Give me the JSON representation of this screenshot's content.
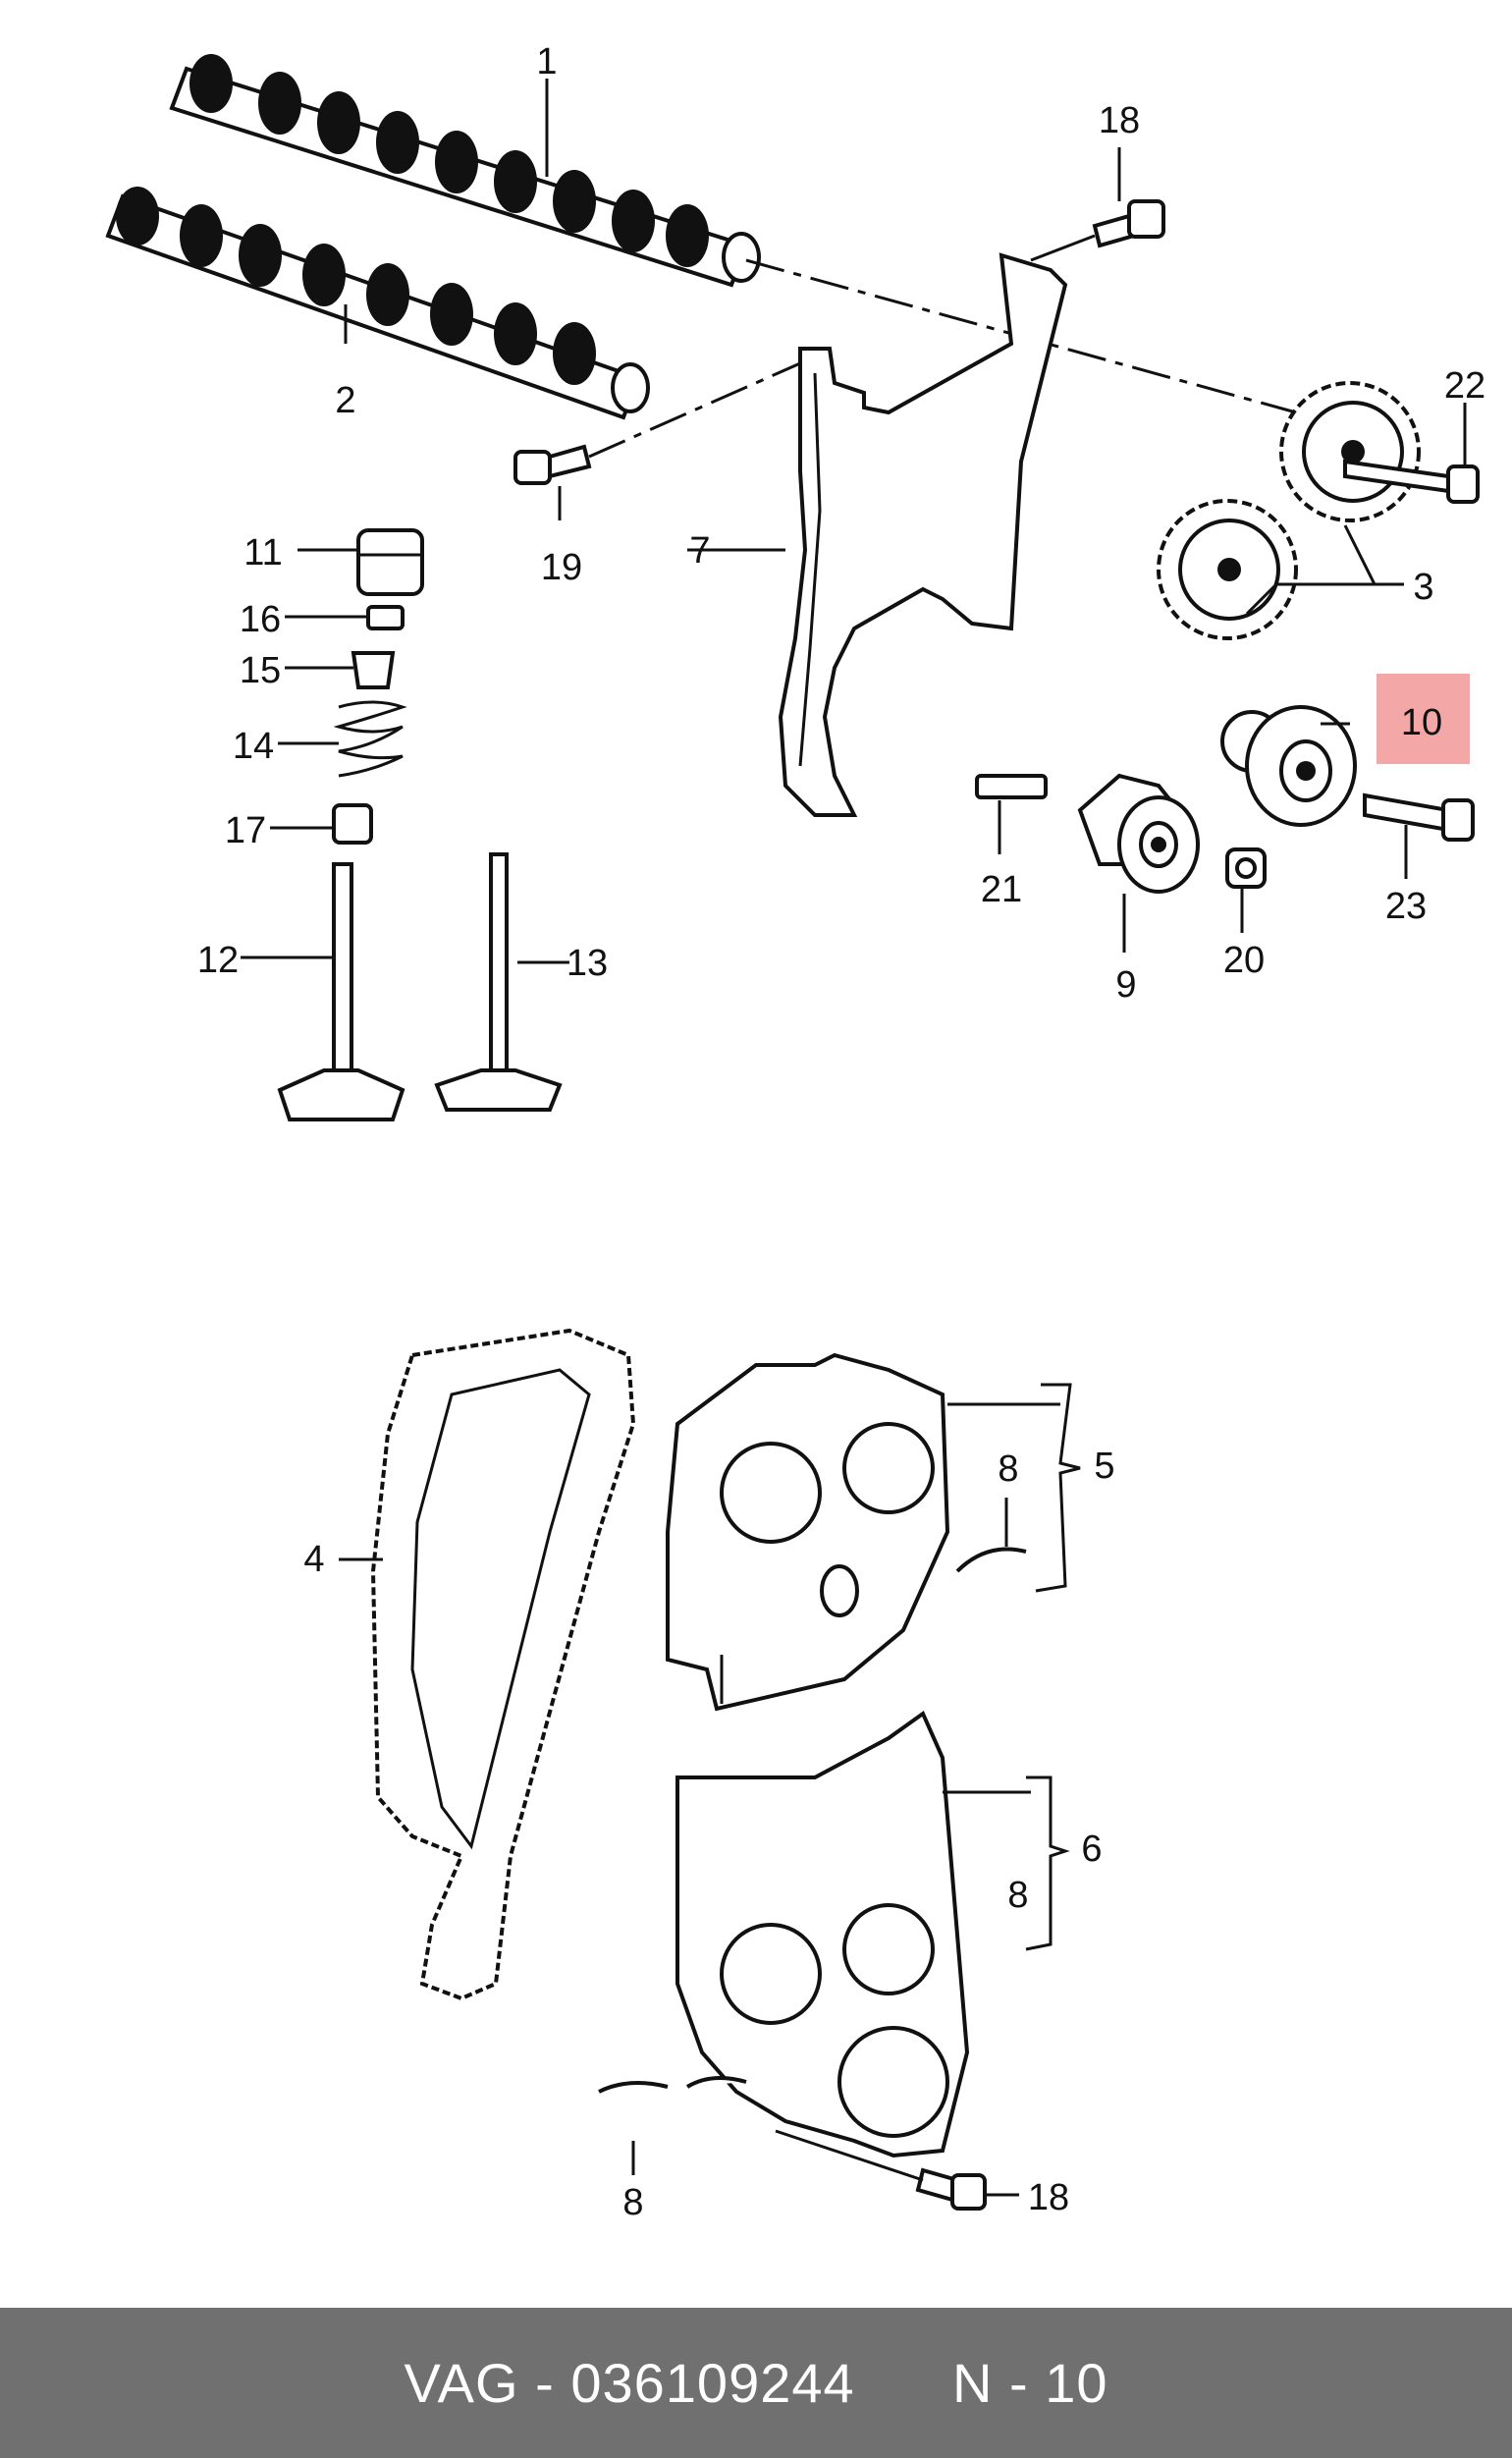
{
  "callouts": {
    "c1": "1",
    "c2": "2",
    "c3": "3",
    "c4": "4",
    "c5": "5",
    "c6": "6",
    "c7": "7",
    "c8a": "8",
    "c8b": "8",
    "c8c": "8",
    "c9": "9",
    "c10": "10",
    "c11": "11",
    "c12": "12",
    "c13": "13",
    "c14": "14",
    "c15": "15",
    "c16": "16",
    "c17": "17",
    "c18a": "18",
    "c18b": "18",
    "c19": "19",
    "c20": "20",
    "c21": "21",
    "c22": "22",
    "c23": "23"
  },
  "highlight": {
    "part": "10",
    "color": "#f08a8a"
  },
  "footer": {
    "brand": "VAG",
    "separator": " - ",
    "part_number": "036109244",
    "position": "N - 10"
  }
}
